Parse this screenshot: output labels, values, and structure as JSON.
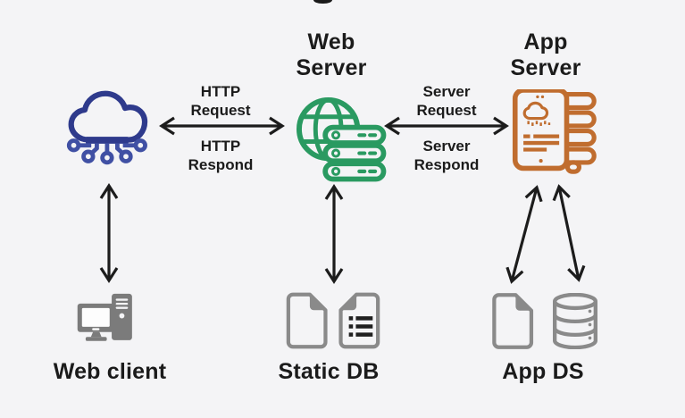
{
  "colors": {
    "bg": "#f4f4f6",
    "ink": "#1b1b1b",
    "blue": "#2e3a8c",
    "blue-light": "#4050a4",
    "green": "#2a9a61",
    "orange": "#c06d2f",
    "gray": "#7b7b7b",
    "gray-doc": "#8a8a8a",
    "list-ink": "#1f1f1f",
    "screen-white": "#fdfdfd",
    "arrow": "#1c1c1c"
  },
  "titles": {
    "web_server": "Web\nServer",
    "app_server": "App\nServer"
  },
  "connections": {
    "http": {
      "request": "HTTP\nRequest",
      "respond": "HTTP\nRespond"
    },
    "server": {
      "request": "Server\nRequest",
      "respond": "Server\nRespond"
    }
  },
  "clients": {
    "web_client": "Web client",
    "static_db": "Static DB",
    "app_ds": "App DS"
  },
  "icons": {
    "client_node": "cloud-network-icon",
    "web_server_node": "globe-server-stack-icon",
    "app_server_node": "tablet-server-stack-icon",
    "web_client_device": "desktop-computer-icon",
    "static_db_left": "blank-document-icon",
    "static_db_right": "list-document-icon",
    "app_ds_left": "blank-document-icon",
    "app_ds_right": "database-cylinder-icon"
  }
}
